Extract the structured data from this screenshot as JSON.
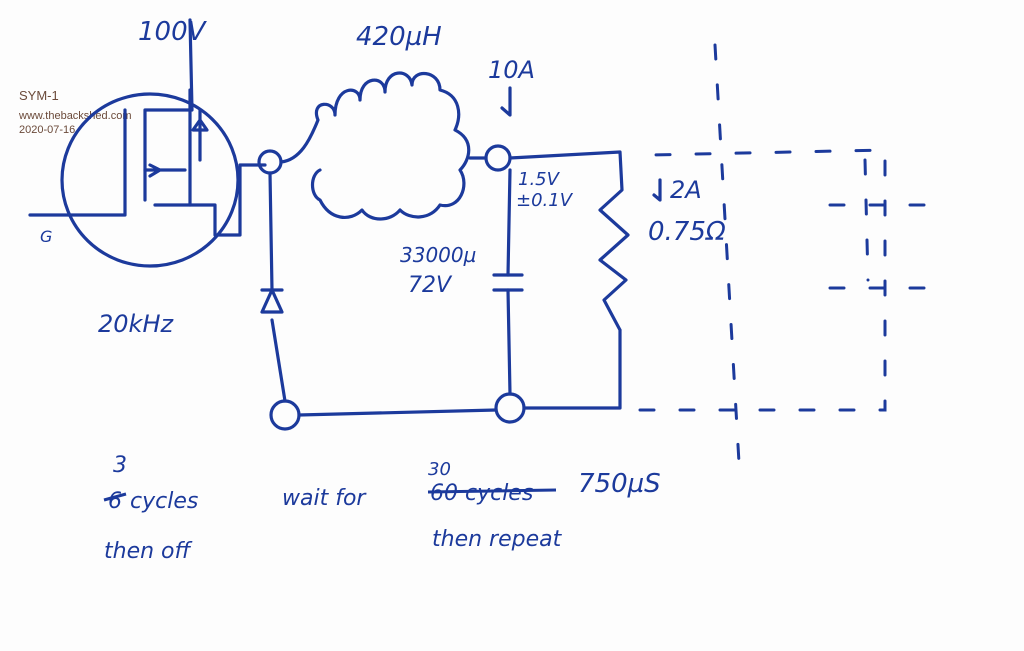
{
  "watermark": {
    "title": "SYM-1",
    "site": "www.thebackshed.com",
    "date": "2020-07-16"
  },
  "labels": {
    "supply_voltage": "100V",
    "gate": "G",
    "frequency": "20kHz",
    "inductor": "420µH",
    "inductor_current": "10A",
    "output_voltage": "1.5V",
    "output_tolerance": "±0.1V",
    "load_current": "2A",
    "load_resistance": "0.75Ω",
    "capacitor_value": "33000µ",
    "capacitor_voltage": "72V"
  },
  "notes": {
    "on_cycles_new": "3",
    "on_cycles_old": "6",
    "on_cycles_word": "cycles",
    "then_off": "then off",
    "wait_for": "wait for",
    "wait_cycles_new": "30",
    "wait_cycles_old": "60 cycles",
    "wait_time": "750µS",
    "then_repeat": "then repeat"
  }
}
